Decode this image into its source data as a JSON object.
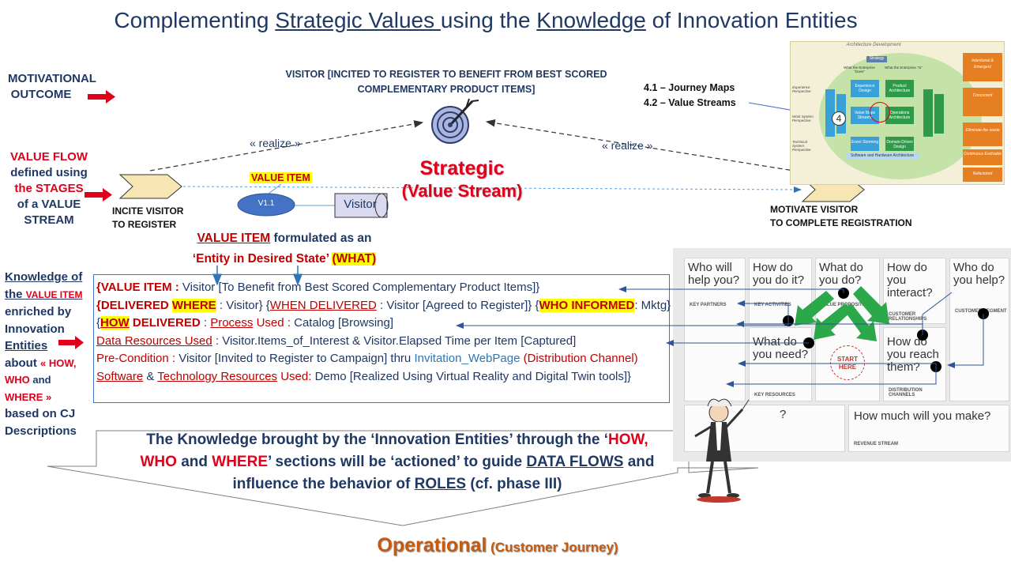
{
  "title": {
    "p1": "Complementing ",
    "p2": "Strategic Values ",
    "p3": " using the ",
    "p4": "Knowledge",
    "p5": " of Innovation Entities"
  },
  "left": {
    "motivational_l1": "MOTIVATIONAL",
    "motivational_l2": "OUTCOME",
    "vf_l1": "VALUE FLOW",
    "vf_l2": "defined using",
    "vf_l3": "the STAGES",
    "vf_l4": "of a VALUE",
    "vf_l5": "STREAM",
    "kn_l1": "Knowledge of",
    "kn_l2a": "the ",
    "kn_l2b": "VALUE ITEM",
    "kn_l3": "enriched  by",
    "kn_l4": "Innovation",
    "kn_l5": "Entities",
    "kn_l6a": "about ",
    "kn_l6b": "« HOW,",
    "kn_l7a": "WHO",
    "kn_l7b": " and",
    "kn_l8": "WHERE »",
    "kn_l9": "based on CJ",
    "kn_l10": "Descriptions"
  },
  "visitor_goal": {
    "l1": "VISITOR [INCITED TO REGISTER TO BENEFIT FROM BEST SCORED",
    "l2": "COMPLEMENTARY PRODUCT ITEMS]"
  },
  "realize_left": "« realize »",
  "realize_right": "« realize »",
  "strategic_l1": "Strategic",
  "strategic_l2": "(Value Stream)",
  "value_item_label": "VALUE ITEM",
  "v11": "V1.1",
  "visitor_box": "Visitor",
  "incite_l1": "INCITE VISITOR",
  "incite_l2": "TO REGISTER",
  "motivate_l1": "MOTIVATE VISITOR",
  "motivate_l2": "TO COMPLETE REGISTRATION",
  "formulated": {
    "a": "VALUE ITEM",
    "b": " formulated  as  an",
    "c": "‘Entity  in  ",
    "d": "Desired  State",
    "e": "’ ",
    "f": "(WHAT)"
  },
  "vbox": {
    "l1a": "{VALUE  ITEM :",
    "l1b": "     Visitor [To Benefit from Best Scored Complementary Product Items]}",
    "l2a": "{DELIVERED ",
    "l2b": "WHERE",
    "l2c": " : Visitor} {",
    "l2d": "WHEN DELIVERED",
    "l2e": " : Visitor [Agreed to Register]} {",
    "l2f": "WHO INFORMED",
    "l2g": ": Mktg}",
    "l3a": "{",
    "l3b": "HOW",
    "l3c": " DELIVERED",
    "l3d": " :  ",
    "l3e": "Process",
    "l3f": " Used :",
    "l3g": "  Catalog [Browsing]",
    "l4a": "Data Resources Used",
    "l4b": "  : Visitor.Items_of_Interest & Visitor.Elapsed Time per Item [Captured]",
    "l5a": "Pre-Condition :",
    "l5b": " Visitor [Invited to Register to Campaign] thru ",
    "l5c": "Invitation_WebPage",
    "l5d": " (Distribution Channel)",
    "l6a": "Software",
    "l6b": " & ",
    "l6c": "Technology Resources",
    "l6d": " Used:",
    "l6e": "  Demo [Realized Using Virtual Reality and Digital Twin tools]}"
  },
  "journey": {
    "l1": "4.1 – Journey Maps",
    "l2": "4.2 – Value Streams",
    "marker": "4"
  },
  "architecture": {
    "header": "Architecture Development",
    "strategy": "Strategy",
    "does": "What the Enterprise \"Does\"",
    "is": "What the Enterprise \"Is\"",
    "exp": "Experience Perspective",
    "work": "Work System Perspective",
    "tech": "Technical System Perspective",
    "b1": "Experience Design",
    "b2": "Product Architecture",
    "b3": "Value Maps Streams",
    "b4": "Operations Architecture",
    "b5": "Event Storming",
    "b6": "Domain-Driven Design",
    "b7": "Software and Hardware Architecture",
    "r1": "Intentional & Emergent",
    "r2": "Concurrent",
    "r3": "Eliminate the waste",
    "r4": "Continuous Evolvable",
    "r5": "Refactored"
  },
  "canvas": {
    "c1": "Who will help you?",
    "c2": "How do you do it?",
    "c3": "What do you do?",
    "c4": "How do you interact?",
    "c5": "Who do you help?",
    "c6": "What do you need?",
    "c7": "How do you reach them?",
    "c8": "How much will you make?",
    "c9": "?",
    "s1": "KEY PARTNERS",
    "s2": "KEY ACTIVITIES",
    "s3": "VALUE PROPOSITION",
    "s4": "CUSTOMER RELATIONSHIPS",
    "s5": "CUSTOMER SEGMENT",
    "s6": "KEY RESOURCES",
    "s7": "DISTRIBUTION CHANNELS",
    "s8": "REVENUE STREAM",
    "start_l1": "START",
    "start_l2": "HERE"
  },
  "bubble": {
    "a": "The Knowledge brought by the ‘Innovation Entities’ through the ‘",
    "b": "HOW,",
    "c": "WHO",
    "d": " and ",
    "e": "WHERE",
    "f": "’ sections will be ‘actioned’ to guide ",
    "g": "DATA FLOWS",
    "h": " and",
    "i": "influence the behavior of ",
    "j": "ROLES",
    "k": " (cf. phase III)"
  },
  "operational_a": "Operational",
  "operational_b": " (Customer Journey)"
}
